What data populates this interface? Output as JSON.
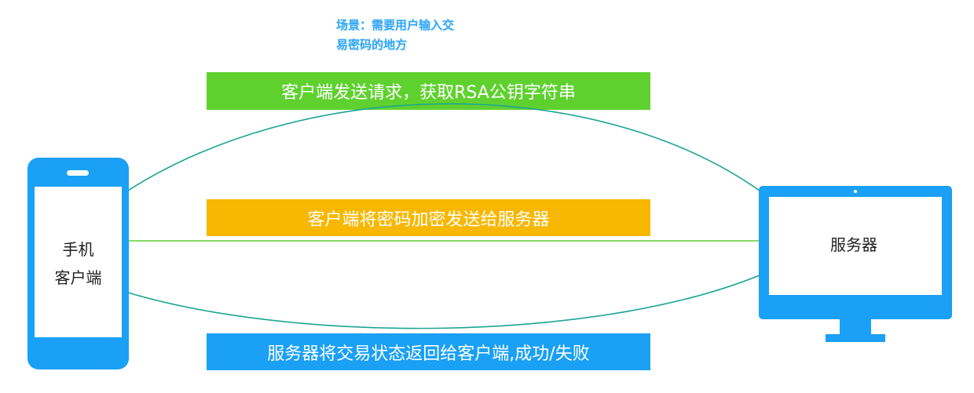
{
  "scenario": {
    "line1": "场景：需要用户输入交",
    "line2": "易密码的地方"
  },
  "banners": {
    "step1": "客户端发送请求，获取RSA公钥字符串",
    "step2": "客户端将密码加密发送给服务器",
    "step3": "服务器将交易状态返回给客户端,成功/失败"
  },
  "client": {
    "line1": "手机",
    "line2": "客户端"
  },
  "server": {
    "label": "服务器"
  },
  "colors": {
    "green": "#5fd12f",
    "orange": "#f8b700",
    "blue": "#1aa0f5",
    "teal_arrow": "#1aa594",
    "green_arrow": "#5fd12f"
  }
}
